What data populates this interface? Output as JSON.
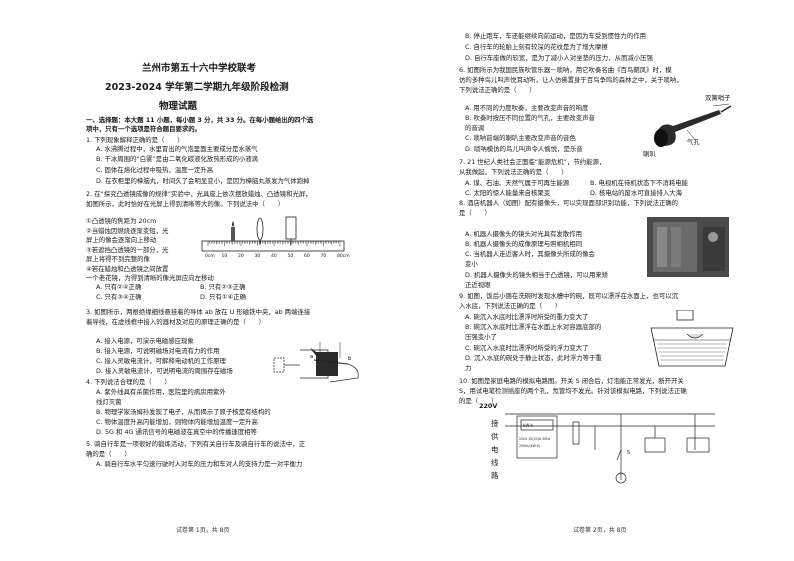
{
  "left": {
    "header": {
      "school": "兰州市第五十六中学校联考",
      "term": "2023-2024 学年第二学期九年级阶段检测",
      "subject": "物理试题"
    },
    "section1": {
      "heading": "一、选择题：本大题 11 小题，每小题 3 分，共 33 分。在每小题给出的四个选",
      "heading2": "项中，只有一个选项是符合题目要求的。"
    },
    "q1": {
      "stem": "1. 下列现象解释正确的是（　　）",
      "a": "A. 水沸腾过程中，水里冒出的气泡里面主要成分是水蒸气",
      "b": "B. 干冰周围的“白雾”是由二氧化碳液化放热形成的小液滴",
      "c": "C. 固体在熔化过程中吸热，温度一定升高",
      "d": "D. 在衣柜里的樟脑丸，时间久了会明显变小，是因为樟脑丸蒸发为气体跑掉"
    },
    "q2": {
      "stem": "2. 在“探究凸透镜成像的规律”实验中，光具座上依次摆放蜡烛、凸透镜和光屏，",
      "stem2": "如图所示，此时恰好在光屏上得到清晰等大的像。下列说法中（　　）",
      "s1": "①凸透镜的焦距为 20cm",
      "s2": "②当蜡烛因燃烧逐渐变短，光",
      "s2b": "屏上的像会逐渐向上移动",
      "s3": "③若遮挡凸透镜的一部分，光",
      "s3b": "屏上将得不到完整的像",
      "s4": "④若在蜡烛和凸透镜之间放置",
      "s4b": "一个老花镜，为得到清晰的像光屏应向左移动",
      "opt_a": "A. 只有②④正确",
      "opt_b": "B. 只有②③正确",
      "opt_c": "C. 只有③④正确",
      "opt_d": "D. 只有①④正确"
    },
    "q3": {
      "stem": "3. 如图所示，两根绝缘细线悬挂着的导体 ab 放在 U 形磁铁中央，ab 两端连接",
      "stem2": "着导线，在虚线框中接入的器材及对应的原理正确的是（　　）",
      "a": "A. 接入电源，可演示电磁感应现象",
      "b": "B. 接入电源，可说明磁场对电流有力的作用",
      "c": "C. 接入灵敏电流计，可解释电动机的工作原理",
      "d": "D. 接入灵敏电流计，可说明电流的周围存在磁场"
    },
    "q4": {
      "stem": "4. 下列说法合理的是（　　）",
      "a": "A. 紫外线具有杀菌作用，医院里的病房用紫外",
      "a2": "线灯灭菌",
      "b": "B. 物理学家汤姆孙发现了电子，从而揭示了原子核是有结构的",
      "c": "C. 物体温度升高内能增加，则物体内能增加温度一定升高",
      "d": "D. 5G 和 4G 通讯信号的电磁波在真空中的传播速度相等"
    },
    "q5": {
      "stem": "5. 骑自行车是一项很好的锻炼活动，下列有关自行车及骑自行车的说法中，正",
      "stem2": "确的是（　　）",
      "a": "A. 骑自行车水平匀速行驶时人对车的压力和车对人的支持力是一对平衡力"
    },
    "ruler_labels": [
      "0cm",
      "10",
      "20",
      "30",
      "40",
      "50",
      "60",
      "70",
      "80cm"
    ],
    "footer": "试卷第 1页，共 8页"
  },
  "right": {
    "q5cont": {
      "b": "B. 停止蹬车，车还能继续向前运动，是因为车受到惯性力的作用",
      "c": "C. 自行车的轮胎上刻有较深的花纹是为了增大摩擦",
      "d": "D. 自行车座做的较宽，是为了减小人对坐垫的压力，从而减小压强"
    },
    "q6": {
      "stem": "6. 如图所示为我国民族吹管乐器－唢呐，用它吹奏名曲《百鸟朝凤》时，模",
      "stem2": "仿的多种鸟儿叫声悦耳动听，让人仿佛置身于百鸟争鸣的森林之中，关于唢呐，",
      "stem3": "下列说法正确的是（　　）",
      "a": "A. 用不同的力度吹奏，主要改变声音的响度",
      "b": "B. 吹奏时按压不同位置的气孔，主要改变声音",
      "b2": "的音调",
      "c": "C. 唢呐前端的喇叭主要改变声音的音色",
      "d": "D. 唢呐模仿的鸟儿叫声令人愉悦，是乐音",
      "fig_label": "双簧哨子",
      "fig_label2": "喇叭",
      "fig_label3": "气孔"
    },
    "q7": {
      "stem": "7. 21 世纪人类社会正面临“能源危机”，节约能源，",
      "stem2": "从我做起，下列说法正确的是（　　）",
      "a": "A. 煤、石油、天然气属于可再生能源",
      "b": "B. 电视机在待机状态下不消耗电能",
      "c": "C. 太阳的惊人能量来自核聚变",
      "d": "D. 核电站的废水可直接排入大海"
    },
    "q8": {
      "stem": "8. 酒店机器人（如图）配有摄像头，可以实现面部识别功能，下列说法正确的",
      "stem2": "是（　　）",
      "a": "A. 机器人摄像头的镜头对光具有发散作用",
      "b": "B. 机器人摄像头的成像原理与照相机相同",
      "c": "C. 当机器人走近客人时，其摄像头所成的像会",
      "c2": "变小",
      "d": "D. 机器人摄像头的镜头相当于凸透镜，可以用来矫",
      "d2": "正近视眼"
    },
    "q9": {
      "stem": "9. 如图，饭后小丽在洗碗时发现水槽中的碗，既可以漂浮在水面上，也可以沉",
      "stem2": "入水底，下列说法正确的是（　　）",
      "a": "A. 碗沉入水底时比漂浮时所受的重力变大了",
      "b": "B. 碗沉入水底时比漂浮在水面上水对容器底部的",
      "b2": "压强变小了",
      "c": "C. 碗沉入水底时比漂浮时所受的浮力变大了",
      "d": "D. 沉入水底的碗处于静止状态，此时浮力等于重",
      "d2": "力"
    },
    "q10": {
      "stem": "10. 如图是家庭电路的模拟电路图。开关 S 闭合后，灯泡能正常发光，断开开关",
      "stem2": "S，用试电笔检测插座的两个孔，氖管均不发光。针对该模拟电路，下列说法正确",
      "stem3": "的是（　　）",
      "v": "220V",
      "side": [
        "接",
        "供",
        "电",
        "线",
        "路"
      ],
      "meter1": "kW·h",
      "meter2": "220V 10(20)A 50Hz",
      "meter3": "2500r/(kW·h)"
    },
    "footer": "试卷第 2页，共 8页"
  }
}
